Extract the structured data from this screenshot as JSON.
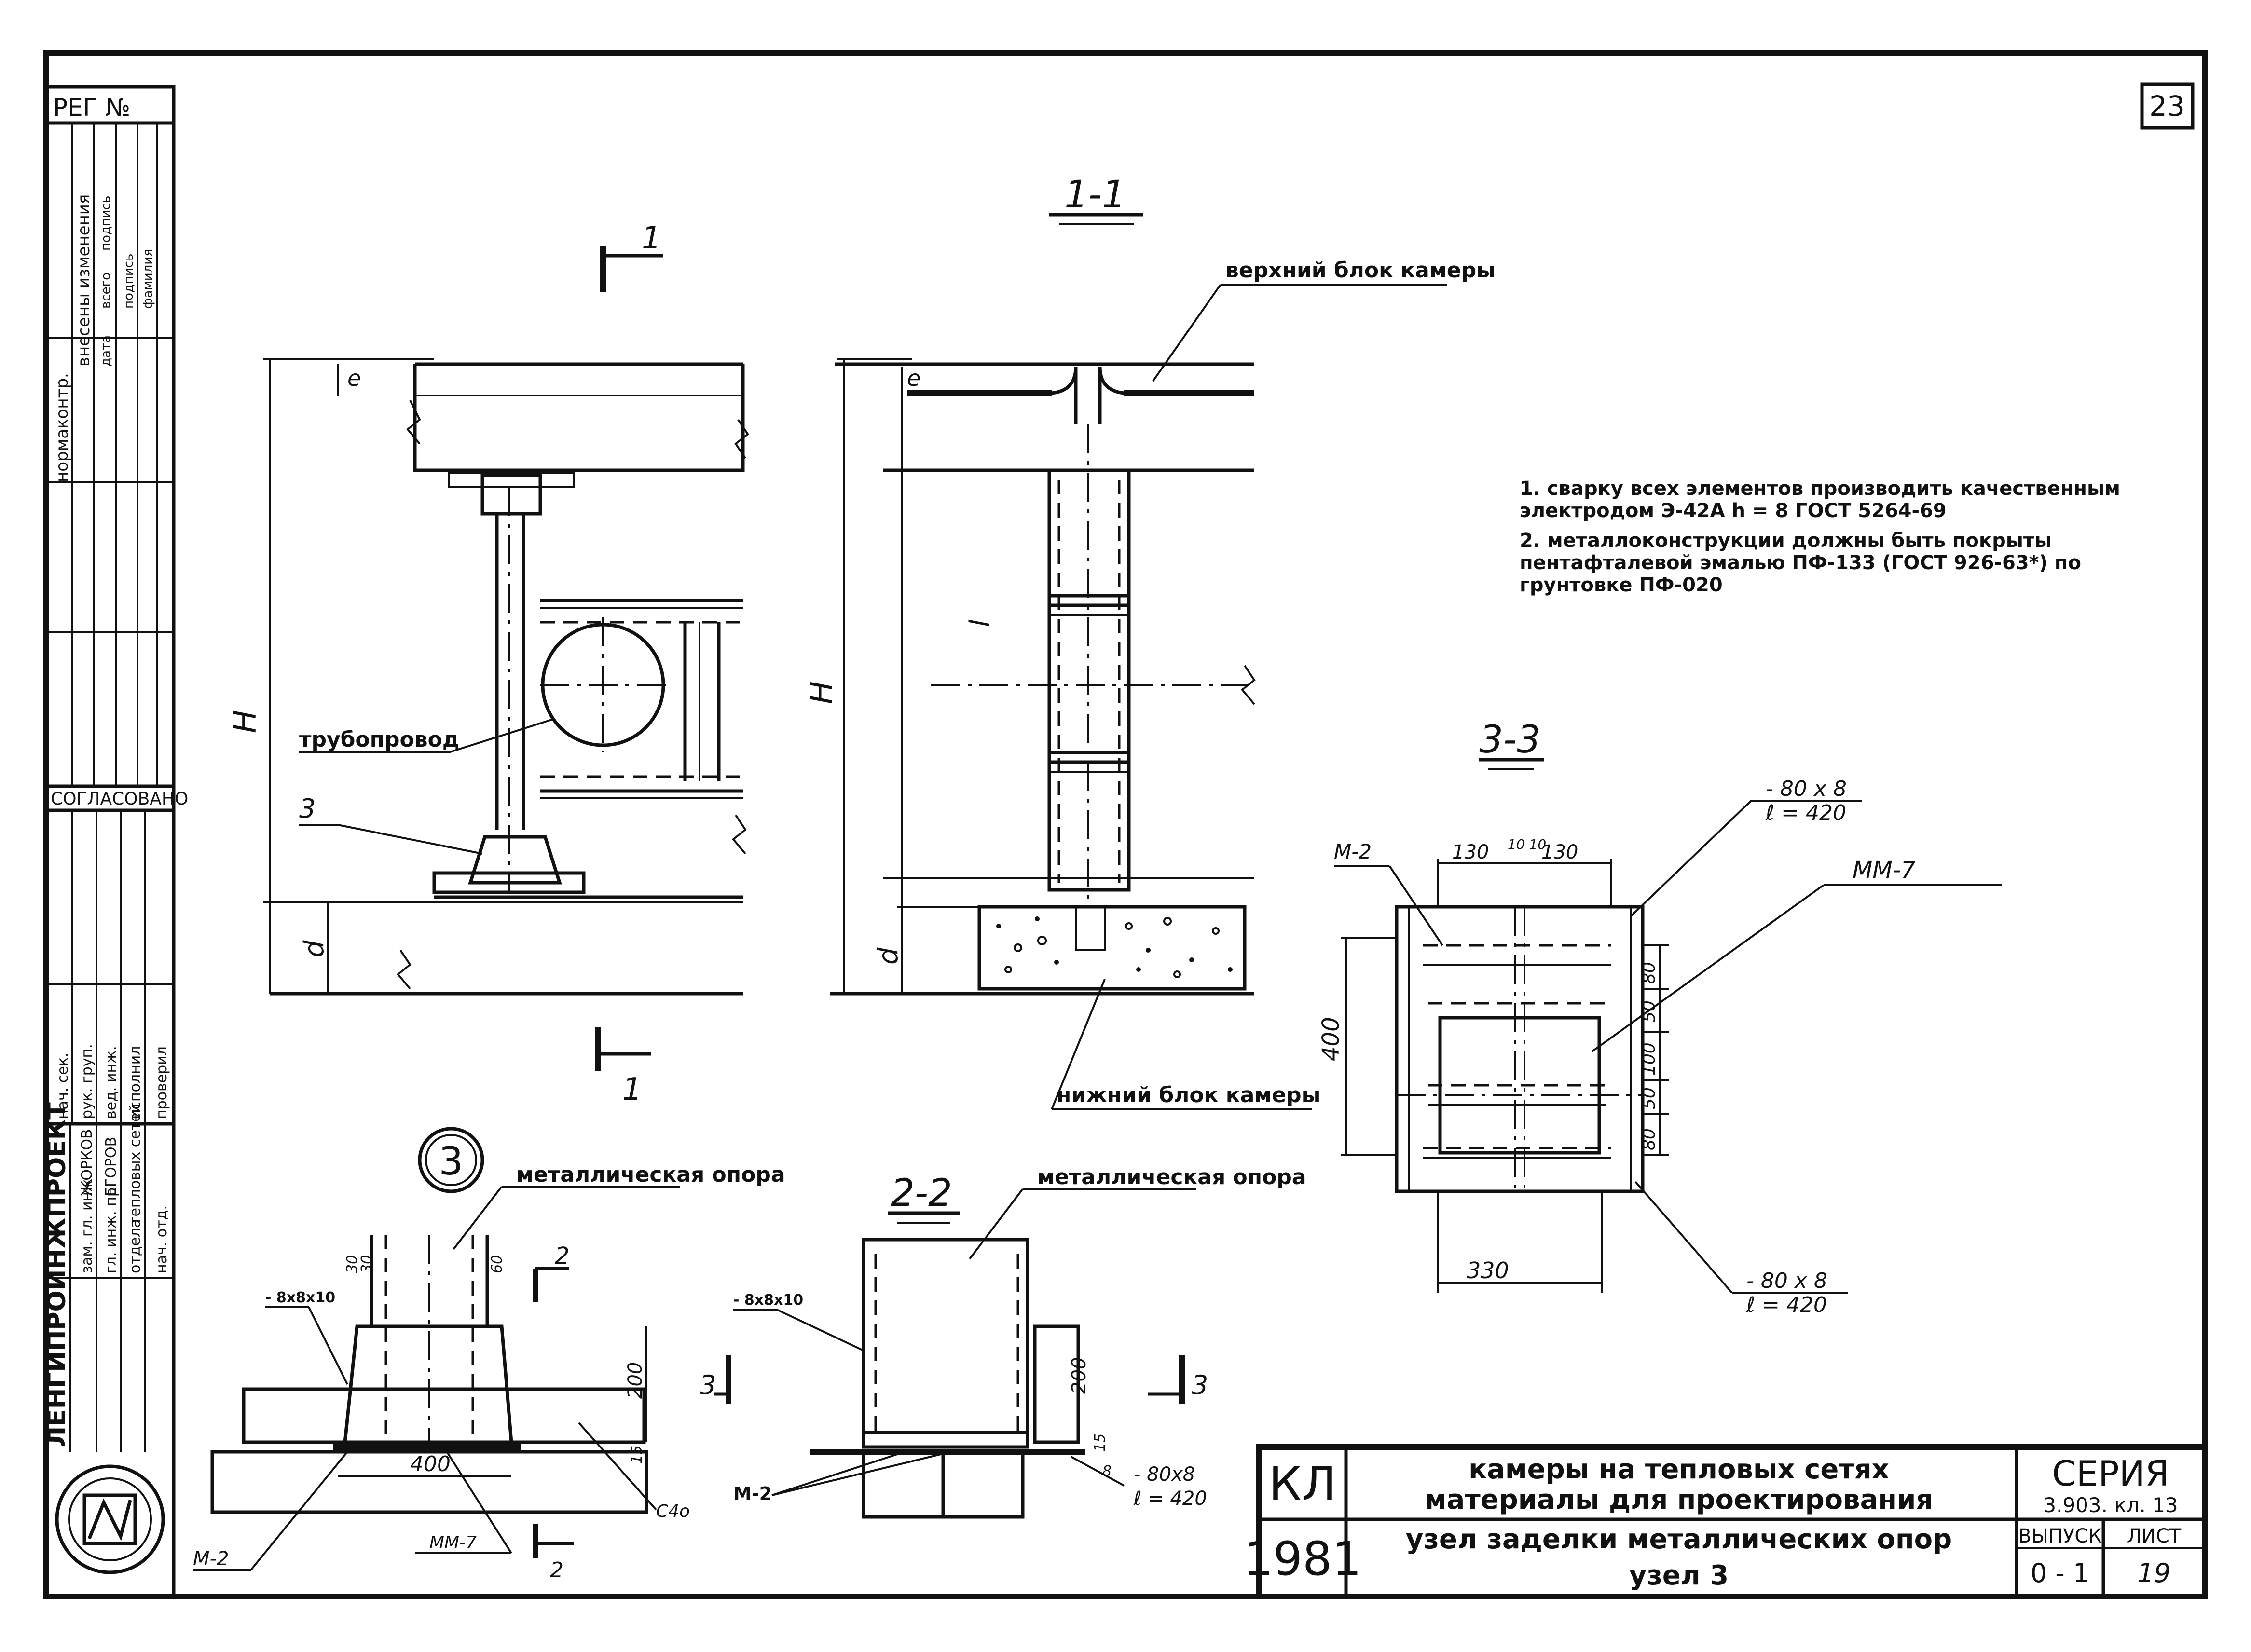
{
  "sheet_number": "23",
  "reg_label": "РЕГ №",
  "side_stamp": {
    "changes_header": "внесены изменения",
    "norm_label": "нормаконтр.",
    "change_cols": [
      "дата",
      "всего",
      "подпись",
      "подпись",
      "фамилия"
    ],
    "agreed_label": "СОГЛАСОВАНО",
    "rows": [
      {
        "role": "нач. сек.",
        "name": ""
      },
      {
        "role": "рук. груп.",
        "name": ""
      },
      {
        "role": "вед. инж.",
        "name": ""
      },
      {
        "role": "исполнил",
        "name": ""
      },
      {
        "role": "проверил",
        "name": ""
      }
    ],
    "org_label": "ЛЕНГИПРОИНЖПРОЕКТ",
    "dept_rows": [
      {
        "role": "зам. гл. инж.",
        "name": "ЖОРКОВ"
      },
      {
        "role": "гл. инж. пр.",
        "name": "ЕГОРОВ"
      },
      {
        "role": "отдела",
        "name": "тепловых сетей"
      },
      {
        "role": "нач. отд.",
        "name": ""
      }
    ]
  },
  "view_11": {
    "title": "1-1",
    "cut_label_top": "1",
    "cut_label_bottom": "1",
    "label_upper_block": "верхний блок камеры",
    "label_lower_block": "нижний блок камеры",
    "label_pipe": "трубопровод",
    "callout_node": "3",
    "dim_H_left": "H",
    "dim_H_right": "H",
    "dim_d_left": "d",
    "dim_d_right": "d",
    "dim_e_left": "e",
    "dim_e_right": "e",
    "dim_l": "l"
  },
  "notes": [
    "1. сварку всех элементов производить качественным электродом Э-42А h = 8 ГОСТ 5264-69",
    "2. металлоконструкции должны быть покрыты пентафталевой эмалью ПФ-133 (ГОСТ 926-63*) по грунтовке ПФ-020"
  ],
  "view_33": {
    "title": "3-3",
    "label_m2": "М-2",
    "label_mm7": "ММ-7",
    "label_plate_top": "- 80 x 8",
    "label_plate_top_len": "ℓ = 420",
    "label_plate_bottom": "- 80 x 8",
    "label_plate_bottom_len": "ℓ = 420",
    "dims_top": [
      "130",
      "10 10",
      "130"
    ],
    "dim_left": "400",
    "dims_right": [
      "80",
      "50",
      "100",
      "50",
      "80"
    ],
    "dim_bottom": "330"
  },
  "node3": {
    "callout": "3",
    "label_support": "металлическая опора",
    "label_plate": "- 8x8x10",
    "cut_label": "2",
    "dims": [
      "30",
      "30",
      "60",
      "200",
      "15"
    ],
    "dim_base": "400",
    "label_m2": "М-2",
    "label_mm7": "ММ-7",
    "label_c4": "С4о"
  },
  "view_22": {
    "title": "2-2",
    "label_support": "металлическая опора",
    "label_plate": "- 8x8x10",
    "cut_label_left": "3",
    "cut_label_right": "3",
    "dim_200": "200",
    "dim_15": "15",
    "dim_8": "8",
    "label_plate_size": "- 80x8",
    "label_plate_len": "ℓ = 420",
    "label_m2": "М-2"
  },
  "title_block": {
    "code": "КЛ",
    "year": "1981",
    "title_line1": "камеры на тепловых сетях",
    "title_line2": "материалы для проектирования",
    "subtitle_line1": "узел заделки металлических опор",
    "subtitle_line2": "узел 3",
    "series_label": "СЕРИЯ",
    "series_value": "3.903. кл. 13",
    "issue_label": "ВЫПУСК",
    "issue_value": "0 - 1",
    "sheet_label": "ЛИСТ",
    "sheet_value": "19"
  }
}
